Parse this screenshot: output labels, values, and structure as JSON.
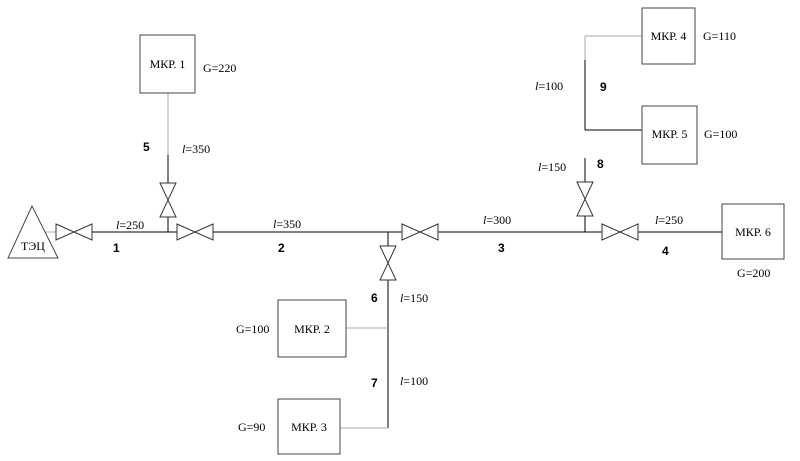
{
  "source": {
    "label": "ТЭЦ"
  },
  "consumers": [
    {
      "name": "МКР. 1",
      "load": "G=220"
    },
    {
      "name": "МКР. 2",
      "load": "G=100"
    },
    {
      "name": "МКР. 3",
      "load": "G=90"
    },
    {
      "name": "МКР. 4",
      "load": "G=110"
    },
    {
      "name": "МКР. 5",
      "load": "G=100"
    },
    {
      "name": "МКР. 6",
      "load": "G=200"
    }
  ],
  "sections": [
    {
      "number": "1",
      "length_prefix": "l",
      "length": "=250"
    },
    {
      "number": "2",
      "length_prefix": "l",
      "length": "=350"
    },
    {
      "number": "3",
      "length_prefix": "l",
      "length": "=300"
    },
    {
      "number": "4",
      "length_prefix": "l",
      "length": "=250"
    },
    {
      "number": "5",
      "length_prefix": "l",
      "length": "=350"
    },
    {
      "number": "6",
      "length_prefix": "l",
      "length": "=150"
    },
    {
      "number": "7",
      "length_prefix": "l",
      "length": "=100"
    },
    {
      "number": "8",
      "length_prefix": "l",
      "length": "=150"
    },
    {
      "number": "9",
      "length_prefix": "l",
      "length": "=100"
    }
  ],
  "colors": {
    "line": "#000000",
    "connector": "#aaaaaa",
    "box_border": "#444444"
  }
}
